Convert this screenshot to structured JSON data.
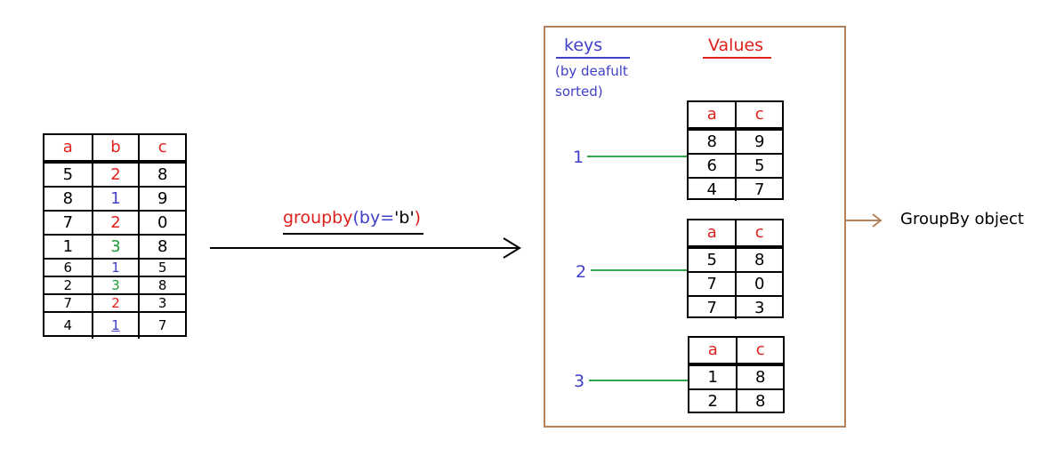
{
  "input_table": {
    "headers": [
      "a",
      "b",
      "c"
    ],
    "rows": [
      [
        "5",
        "2",
        "8"
      ],
      [
        "8",
        "1",
        "9"
      ],
      [
        "7",
        "2",
        "0"
      ],
      [
        "1",
        "3",
        "8"
      ],
      [
        "6",
        "1",
        "5"
      ],
      [
        "2",
        "3",
        "8"
      ],
      [
        "7",
        "2",
        "3"
      ],
      [
        "4",
        "1",
        "7"
      ]
    ]
  },
  "operation": {
    "func": "groupby",
    "open_paren": "(",
    "arg": "by=",
    "value": "'b'",
    "close_paren": ")"
  },
  "keys_label": "keys",
  "keys_note_line1": "(by deafult",
  "keys_note_line2": "sorted)",
  "values_label": "Values",
  "groups": [
    {
      "key": "1",
      "headers": [
        "a",
        "c"
      ],
      "rows": [
        [
          "8",
          "9"
        ],
        [
          "6",
          "5"
        ],
        [
          "4",
          "7"
        ]
      ]
    },
    {
      "key": "2",
      "headers": [
        "a",
        "c"
      ],
      "rows": [
        [
          "5",
          "8"
        ],
        [
          "7",
          "0"
        ],
        [
          "7",
          "3"
        ]
      ]
    },
    {
      "key": "3",
      "headers": [
        "a",
        "c"
      ],
      "rows": [
        [
          "1",
          "8"
        ],
        [
          "2",
          "8"
        ]
      ]
    }
  ],
  "result_label": "GroupBy object",
  "colors": {
    "header_red": "#e0201c",
    "key_blue": "#3f3fc8",
    "key3_green": "#1f9a3a",
    "connector_green": "#2fa84f",
    "box_brown": "#b5815a"
  }
}
